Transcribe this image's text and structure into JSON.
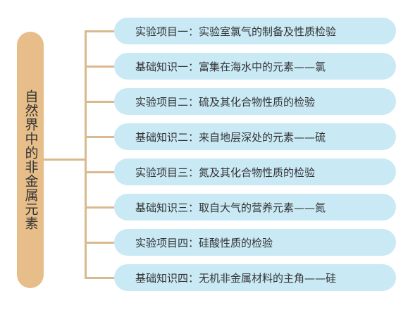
{
  "root": {
    "label": "自然界中的非金属元素"
  },
  "items": [
    {
      "label": "实验项目一：实验室氯气的制备及性质检验"
    },
    {
      "label": "基础知识一：富集在海水中的元素——氯"
    },
    {
      "label": "实验项目二：硫及其化合物性质的检验"
    },
    {
      "label": "基础知识二：来自地层深处的元素——硫"
    },
    {
      "label": "实验项目三：氮及其化合物性质的检验"
    },
    {
      "label": "基础知识三：取自大气的营养元素——氮"
    },
    {
      "label": "实验项目四：硅酸性质的检验"
    },
    {
      "label": "基础知识四：无机非金属材料的主角——硅"
    }
  ],
  "colors": {
    "root_fill": "#e7bd89",
    "node_fill": "#c9e9f5",
    "connector": "#d9b98f",
    "text": "#333333"
  }
}
